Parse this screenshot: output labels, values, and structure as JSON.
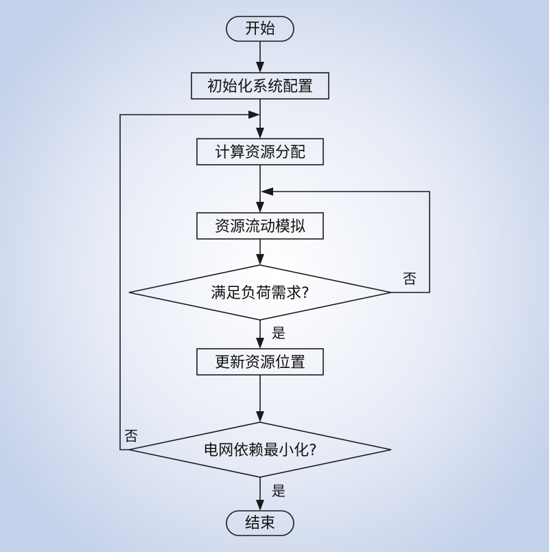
{
  "colors": {
    "background_center": "#ffffff",
    "background_edge": "#c4d1ea",
    "stroke": "#1a1a1a",
    "text": "#111111"
  },
  "nodes": {
    "start": "开始",
    "init": "初始化系统配置",
    "compute": "计算资源分配",
    "simulate": "资源流动模拟",
    "load_check": "满足负荷需求?",
    "update": "更新资源位置",
    "grid_check": "电网依赖最小化?",
    "end": "结束"
  },
  "edges": {
    "load_no": "否",
    "load_yes": "是",
    "grid_no": "否",
    "grid_yes": "是"
  }
}
